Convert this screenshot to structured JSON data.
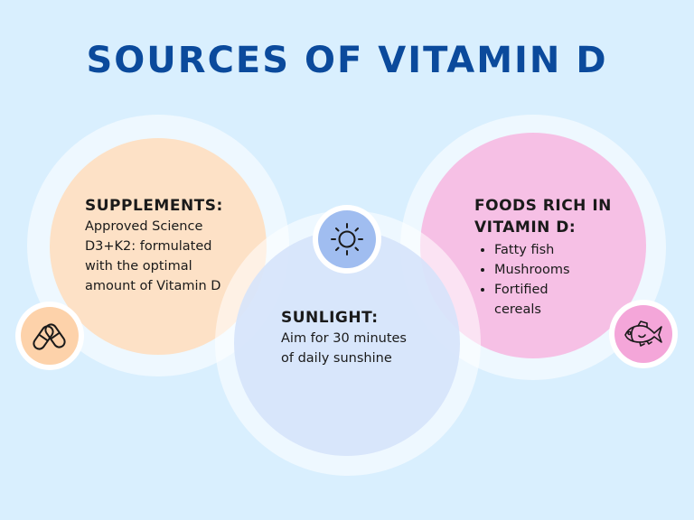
{
  "title": "SOURCES OF VITAMIN D",
  "colors": {
    "background": "#D9EFFE",
    "title": "#0B4A9C",
    "supplements_fill": "#FDE1C6",
    "supplements_badge": "#FDD2AA",
    "sunlight_fill": "#D5E3FA",
    "sunlight_badge": "#A0BDF0",
    "foods_fill": "#F6C0E5",
    "foods_badge": "#F4A6D9"
  },
  "supplements": {
    "heading": "SUPPLEMENTS:",
    "lines": [
      "Approved Science",
      "D3+K2: formulated",
      "with the optimal",
      "amount of Vitamin D"
    ],
    "icon": "pills-icon"
  },
  "sunlight": {
    "heading": "SUNLIGHT:",
    "lines": [
      "Aim for 30 minutes",
      "of daily sunshine"
    ],
    "icon": "sun-icon"
  },
  "foods": {
    "heading_lines": [
      "FOODS RICH IN",
      "VITAMIN D:"
    ],
    "items": [
      "Fatty fish",
      "Mushrooms",
      "Fortified cereals"
    ],
    "icon": "fish-icon"
  }
}
